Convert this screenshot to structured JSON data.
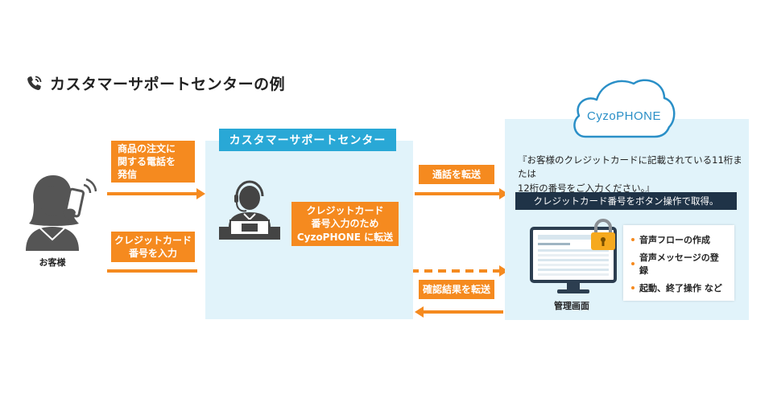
{
  "title": "カスタマーサポートセンターの例",
  "customer": {
    "caption": "お客様"
  },
  "arrows": {
    "call": "商品の注文に\n関する電話を\n発信",
    "card_input": "クレジットカード\n番号を入力",
    "transfer_call": "通話を転送",
    "transfer_result": "確認結果を転送"
  },
  "center": {
    "header": "カスタマーサポートセンター",
    "note": "クレジットカード\n番号入力のため\nCyzoPHONE に転送"
  },
  "cyzo": {
    "brand": "CyzoPHONE",
    "script": "『お客様のクレジットカードに記載されている11桁または\n12桁の番号をご入力ください。』",
    "bar": "クレジットカード番号をボタン操作で取得。",
    "monitor_caption": "管理画面",
    "features": [
      "音声フローの作成",
      "音声メッセージの登録",
      "起動、終了操作 など"
    ]
  },
  "colors": {
    "accent": "#f58a1f",
    "panel": "#e1f3fa",
    "header": "#29a8d6",
    "dark": "#1f3347"
  }
}
